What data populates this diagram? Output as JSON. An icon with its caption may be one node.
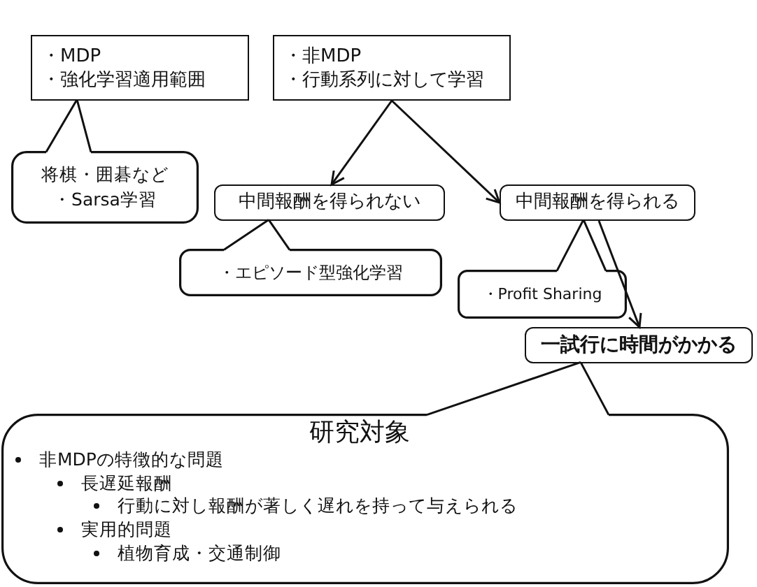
{
  "diagram": {
    "nodes": [
      {
        "text": [
          "・MDP",
          "・強化学習適用範囲"
        ]
      },
      {
        "text": [
          "・非MDP",
          "・行動系列に対して学習"
        ]
      },
      {
        "text": [
          "将棋・囲碁など",
          "・Sarsa学習"
        ]
      },
      {
        "text": [
          "中間報酬を得られない"
        ]
      },
      {
        "text": [
          "中間報酬を得られる"
        ]
      },
      {
        "text": [
          "・エピソード型強化学習"
        ]
      },
      {
        "text": [
          "・Profit Sharing"
        ]
      },
      {
        "text": [
          "一試行に時間がかかる"
        ]
      },
      {
        "text": [
          "研究対象",
          "非MDPの特徴的な問題",
          "長遅延報酬",
          "行動に対し報酬が著しく遅れを持って与えられる",
          "実用的問題",
          "植物育成・交通制御"
        ]
      }
    ],
    "edges": [
      {
        "from": 2,
        "to": 0,
        "arrow": "none"
      },
      {
        "from": 1,
        "to": 3,
        "arrow": "to"
      },
      {
        "from": 1,
        "to": 4,
        "arrow": "to"
      },
      {
        "from": 5,
        "to": 3,
        "arrow": "none"
      },
      {
        "from": 6,
        "to": 4,
        "arrow": "none"
      },
      {
        "from": 4,
        "to": 7,
        "arrow": "to"
      },
      {
        "from": 8,
        "to": 7,
        "arrow": "none"
      }
    ]
  }
}
